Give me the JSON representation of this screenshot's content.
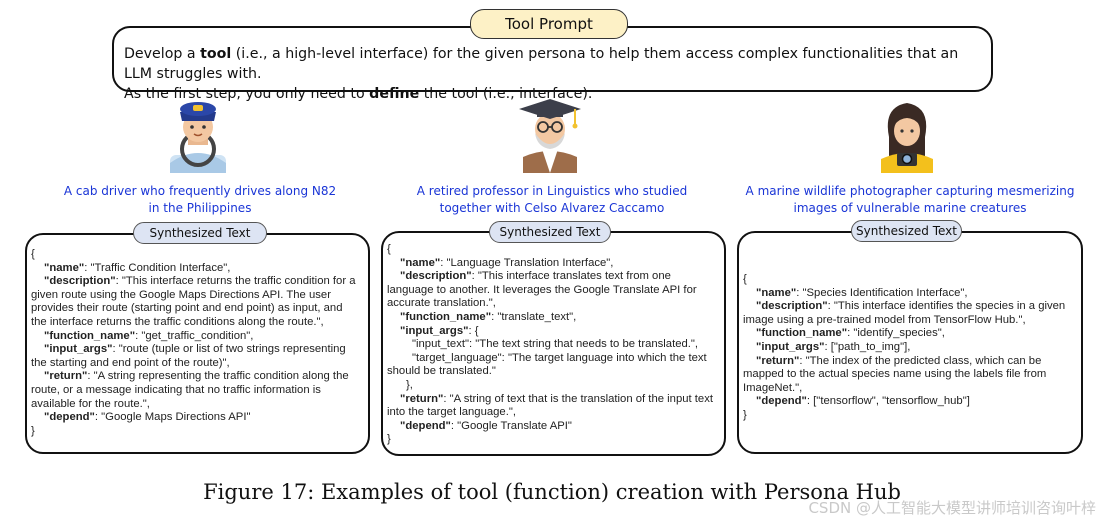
{
  "prompt": {
    "label": "Tool Prompt",
    "line1_pre": "Develop a ",
    "line1_bold": "tool",
    "line1_post": " (i.e., a high-level interface) for the given persona to help them access complex functionalities that an LLM struggles with.",
    "line2_pre": "As the first step, you only need to ",
    "line2_bold": "define",
    "line2_post": " the tool (i.e., interface)."
  },
  "personas": [
    {
      "line1": "A cab driver who frequently drives along N82",
      "line2": "in the Philippines",
      "icon": "driver-icon"
    },
    {
      "line1": "A retired professor in Linguistics who studied",
      "line2": "together with Celso Alvarez Caccamo",
      "icon": "professor-icon"
    },
    {
      "line1": "A marine wildlife photographer capturing mesmerizing",
      "line2": "images of vulnerable marine creatures",
      "icon": "photographer-icon"
    }
  ],
  "synth_label": "Synthesized Text",
  "cards": [
    {
      "lines": [
        {
          "t": "{"
        },
        {
          "k": "\"name\"",
          "v": ": \"Traffic Condition Interface\","
        },
        {
          "k": "\"description\"",
          "v": ": \"This interface returns the traffic condition for a"
        },
        {
          "t": "given route using the Google Maps Directions API. The user"
        },
        {
          "t": "provides their route (starting point and end point) as input, and"
        },
        {
          "t": "the interface returns the traffic conditions along the route.\","
        },
        {
          "k": "\"function_name\"",
          "v": ": \"get_traffic_condition\","
        },
        {
          "k": "\"input_args\"",
          "v": ": \"route (tuple or list of two strings representing"
        },
        {
          "t": "the starting and end point of the route)\","
        },
        {
          "k": "\"return\"",
          "v": ": \"A string representing the traffic condition along the"
        },
        {
          "t": "route, or a message indicating that no traffic information is"
        },
        {
          "t": "available for the route.\","
        },
        {
          "k": "\"depend\"",
          "v": ": \"Google Maps Directions API\""
        },
        {
          "t": "}"
        }
      ]
    },
    {
      "lines": [
        {
          "t": "{"
        },
        {
          "k": "\"name\"",
          "v": ": \"Language Translation Interface\","
        },
        {
          "k": "\"description\"",
          "v": ": \"This interface translates text from one"
        },
        {
          "t": "language to another. It leverages the Google Translate API for"
        },
        {
          "t": "accurate translation.\","
        },
        {
          "k": "\"function_name\"",
          "v": ": \"translate_text\","
        },
        {
          "k": "\"input_args\"",
          "v": ": {"
        },
        {
          "t": "\"input_text\": \"The text string that needs to be translated.\",",
          "indent": 2
        },
        {
          "t": "\"target_language\": \"The target language into which the text",
          "indent": 2
        },
        {
          "t": "should be translated.\""
        },
        {
          "t": "},",
          "indent": 1
        },
        {
          "k": "\"return\"",
          "v": ": \"A string of text that is the translation of the input text"
        },
        {
          "t": "into the target language.\","
        },
        {
          "k": "\"depend\"",
          "v": ": \"Google Translate API\""
        },
        {
          "t": "}"
        }
      ]
    },
    {
      "lines": [
        {
          "t": "{"
        },
        {
          "k": "\"name\"",
          "v": ": \"Species Identification Interface\","
        },
        {
          "k": "\"description\"",
          "v": ": \"This interface identifies the species in a given"
        },
        {
          "t": "image using a pre-trained model from TensorFlow Hub.\","
        },
        {
          "k": "\"function_name\"",
          "v": ": \"identify_species\","
        },
        {
          "k": "\"input_args\"",
          "v": ": [\"path_to_img\"],"
        },
        {
          "k": "\"return\"",
          "v": ": \"The index of the predicted class, which can be"
        },
        {
          "t": "mapped to the actual species name using the labels file from"
        },
        {
          "t": "ImageNet.\","
        },
        {
          "k": "\"depend\"",
          "v": ": [\"tensorflow\", \"tensorflow_hub\"]"
        },
        {
          "t": "}"
        }
      ]
    }
  ],
  "caption": "Figure 17: Examples of tool (function) creation with Persona Hub",
  "watermark": "CSDN @人工智能大模型讲师培训咨询叶梓",
  "colors": {
    "persona_text": "#1a35d6",
    "prompt_pill": "#fdf1c6",
    "synth_pill": "#dde4f3"
  }
}
